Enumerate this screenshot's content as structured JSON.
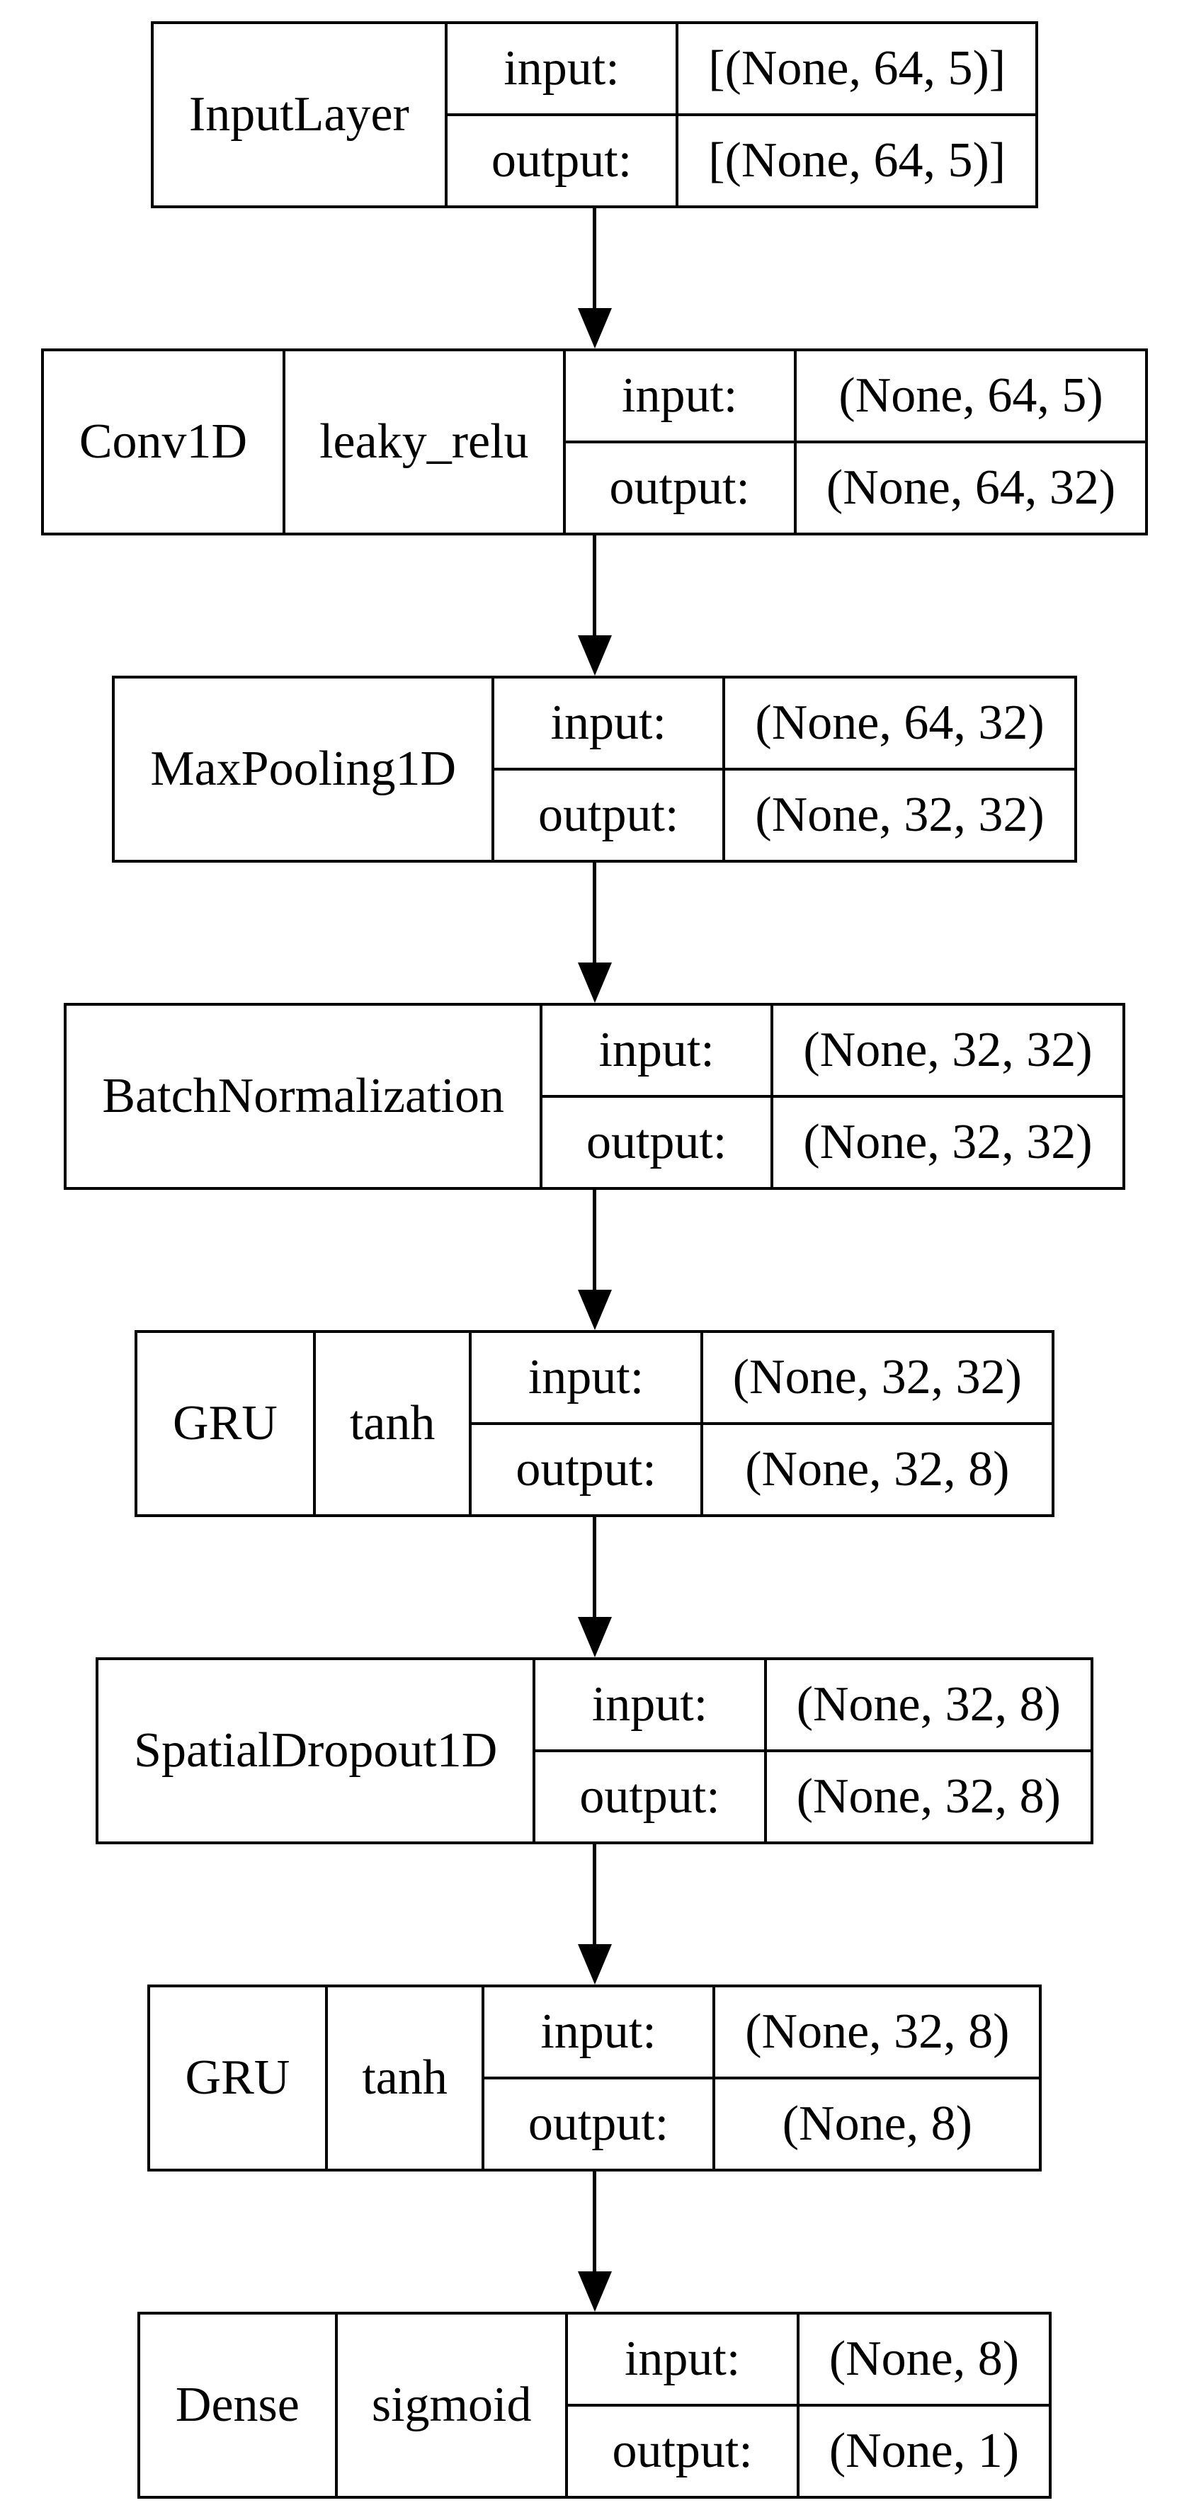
{
  "diagram": {
    "kind": "keras-model-architecture",
    "colors": {
      "background": "#ffffff",
      "border": "#000000",
      "text": "#000000"
    },
    "labels": {
      "input": "input:",
      "output": "output:"
    },
    "nodes": [
      {
        "name": "InputLayer",
        "activation": null,
        "input_shape": "[(None, 64, 5)]",
        "output_shape": "[(None, 64, 5)]"
      },
      {
        "name": "Conv1D",
        "activation": "leaky_relu",
        "input_shape": "(None, 64, 5)",
        "output_shape": "(None, 64, 32)"
      },
      {
        "name": "MaxPooling1D",
        "activation": null,
        "input_shape": "(None, 64, 32)",
        "output_shape": "(None, 32, 32)"
      },
      {
        "name": "BatchNormalization",
        "activation": null,
        "input_shape": "(None, 32, 32)",
        "output_shape": "(None, 32, 32)"
      },
      {
        "name": "GRU",
        "activation": "tanh",
        "input_shape": "(None, 32, 32)",
        "output_shape": "(None, 32, 8)"
      },
      {
        "name": "SpatialDropout1D",
        "activation": null,
        "input_shape": "(None, 32, 8)",
        "output_shape": "(None, 32, 8)"
      },
      {
        "name": "GRU",
        "activation": "tanh",
        "input_shape": "(None, 32, 8)",
        "output_shape": "(None, 8)"
      },
      {
        "name": "Dense",
        "activation": "sigmoid",
        "input_shape": "(None, 8)",
        "output_shape": "(None, 1)"
      }
    ],
    "edges": [
      "InputLayer→Conv1D",
      "Conv1D→MaxPooling1D",
      "MaxPooling1D→BatchNormalization",
      "BatchNormalization→GRU",
      "GRU→SpatialDropout1D",
      "SpatialDropout1D→GRU",
      "GRU→Dense"
    ]
  }
}
